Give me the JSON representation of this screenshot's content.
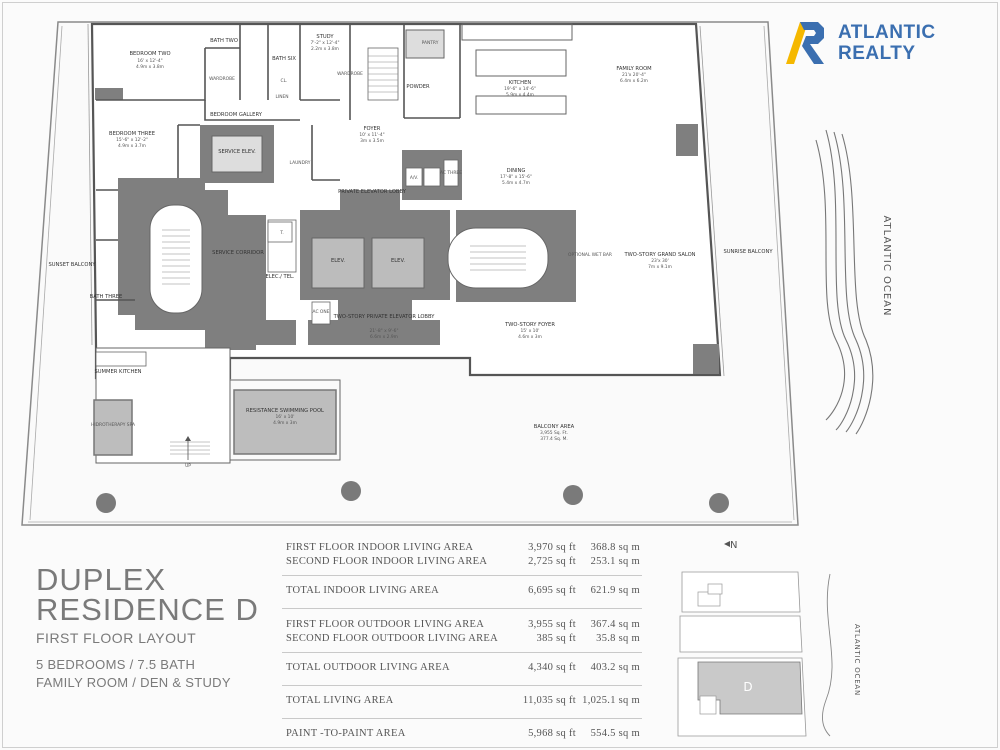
{
  "brand": {
    "name_line1": "ATLANTIC",
    "name_line2": "REALTY",
    "accent": "#f5b800",
    "primary": "#3b6fb0"
  },
  "title": {
    "line1": "DUPLEX",
    "line2": "RESIDENCE D",
    "subtitle": "FIRST FLOOR LAYOUT",
    "info1": "5 BEDROOMS / 7.5 BATH",
    "info2": "FAMILY ROOM / DEN & STUDY"
  },
  "areas": [
    {
      "rows": [
        {
          "label": "FIRST FLOOR INDOOR LIVING AREA",
          "sqft": "3,970 sq ft",
          "sqm": "368.8 sq m"
        },
        {
          "label": "SECOND FLOOR INDOOR LIVING AREA",
          "sqft": "2,725 sq ft",
          "sqm": "253.1 sq m"
        }
      ]
    },
    {
      "rows": [
        {
          "label": "TOTAL INDOOR LIVING AREA",
          "sqft": "6,695 sq ft",
          "sqm": "621.9 sq m"
        }
      ]
    },
    {
      "rows": [
        {
          "label": "FIRST FLOOR OUTDOOR LIVING AREA",
          "sqft": "3,955 sq ft",
          "sqm": "367.4 sq m"
        },
        {
          "label": "SECOND FLOOR OUTDOOR LIVING AREA",
          "sqft": "385 sq ft",
          "sqm": "35.8 sq m"
        }
      ]
    },
    {
      "rows": [
        {
          "label": "TOTAL OUTDOOR LIVING AREA",
          "sqft": "4,340 sq ft",
          "sqm": "403.2 sq m"
        }
      ]
    },
    {
      "rows": [
        {
          "label": "TOTAL LIVING AREA",
          "sqft": "11,035 sq ft",
          "sqm": "1,025.1 sq m"
        }
      ]
    },
    {
      "rows": [
        {
          "label": "PAINT -TO-PAINT AREA",
          "sqft": "5,968 sq ft",
          "sqm": "554.5 sq m"
        }
      ]
    }
  ],
  "keyplan": {
    "north": "N",
    "unit": "D",
    "ocean": "ATLANTIC OCEAN"
  },
  "plan": {
    "ocean_label": "ATLANTIC OCEAN",
    "rooms": {
      "bedroom_two": {
        "name": "BEDROOM TWO",
        "d1": "16' x 12'-4\"",
        "d2": "4.9m x 3.8m"
      },
      "bath_two": "BATH TWO",
      "bath_six": "BATH SIX",
      "study": {
        "name": "STUDY",
        "d1": "7'-2\" x 12'-4\"",
        "d2": "2.2m x 3.8m"
      },
      "wardrobe_a": "WARDROBE",
      "wardrobe_b": "WARDROBE",
      "closet": "CL.",
      "linen": "LINEN",
      "pantry": "PANTRY",
      "powder": "POWDER",
      "kitchen": {
        "name": "KITCHEN",
        "d1": "19'-6\" x 14'-6\"",
        "d2": "5.9m x 4.4m"
      },
      "family": {
        "name": "FAMILY ROOM",
        "d1": "21'x 20'-4\"",
        "d2": "6.4m x 6.2m"
      },
      "gallery": "BEDROOM GALLERY",
      "bedroom_three": {
        "name": "BEDROOM THREE",
        "d1": "15'-6\" x 12'-2\"",
        "d2": "4.9m x 3.7m"
      },
      "service_elev": "SERVICE ELEV.",
      "laundry": "LAUNDRY",
      "foyer": {
        "name": "FOYER",
        "d1": "10' x 11'-4\"",
        "d2": "3m x 3.5m"
      },
      "private_lobby": "PRIVATE ELEVATOR LOBBY",
      "dining": {
        "name": "DINING",
        "d1": "17'-8\" x 15'-6\"",
        "d2": "5.4m x 4.7m"
      },
      "ac_three": "AC THREE",
      "av": "A/V.",
      "sunset_balcony": "SUNSET BALCONY",
      "service_corridor": "SERVICE CORRIDOR",
      "elec_tel": "ELEC./ TEL.",
      "t": "T.",
      "elev": "ELEV.",
      "wet_bar": "OPTIONAL WET BAR",
      "grand_salon": {
        "name": "TWO-STORY GRAND SALON",
        "d1": "23'x 30'",
        "d2": "7m x 9.1m"
      },
      "sunrise_balcony": "SUNRISE BALCONY",
      "bath_three": "BATH THREE",
      "ac_one": "AC ONE",
      "two_story_lobby": {
        "name": "TWO-STORY PRIVATE ELEVATOR LOBBY",
        "d1": "21'-8\" x 9'-6\"",
        "d2": "6.6m x 2.9m"
      },
      "two_story_foyer": {
        "name": "TWO-STORY FOYER",
        "d1": "15' x 10'",
        "d2": "4.6m x 3m"
      },
      "summer_kitchen": "SUMMER KITCHEN",
      "spa": "HIDROTHERAPY SPA",
      "pool": {
        "name": "RESISTANCE SWIMMING POOL",
        "d1": "16' x 10'",
        "d2": "4.9m x 3m"
      },
      "up": "UP",
      "balcony": {
        "name": "BALCONY AREA",
        "d1": "3,955 Sq. Ft.",
        "d2": "377.4 Sq. M."
      }
    }
  }
}
